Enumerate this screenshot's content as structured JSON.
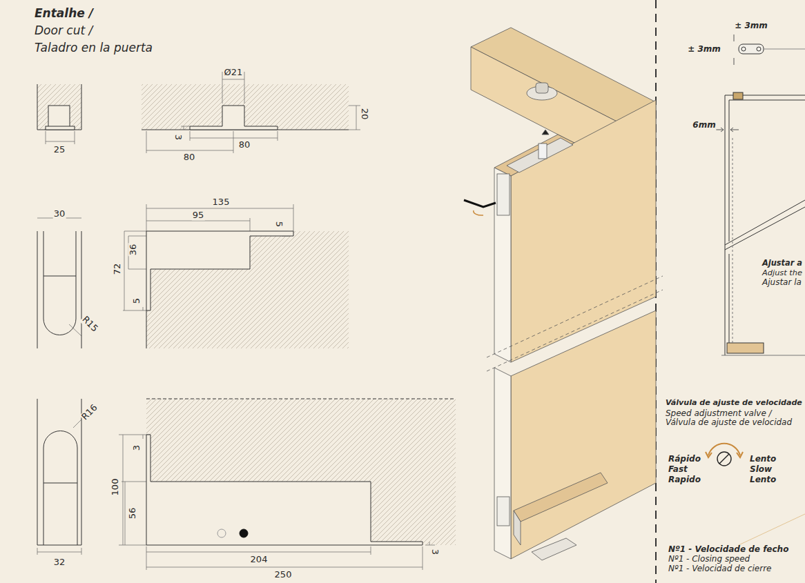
{
  "diagram": {
    "labels": [
      "Entalhe /",
      "Door cut /",
      "Taladro en la puerta",
      "Ø21",
      "20",
      "3",
      "80",
      "80",
      "25",
      "135",
      "95",
      "5",
      "30",
      "36",
      "72",
      "5",
      "R15",
      "R16",
      "3",
      "100",
      "56",
      "204",
      "3",
      "250",
      "32",
      "± 3mm",
      "± 3mm",
      "6mm",
      "Ajustar a",
      "Adjust the",
      "Ajustar la",
      "Válvula de ajuste de velocidade",
      "Speed adjustment valve /",
      "Válvula de ajuste de velocidad",
      "Rápido",
      "Fast",
      "Rapido",
      "Lento",
      "Slow",
      "Lento",
      "Nº1 - Velocidade de fecho",
      "Nº1 - Closing speed",
      "Nº1 - Velocidad de cierre"
    ]
  }
}
